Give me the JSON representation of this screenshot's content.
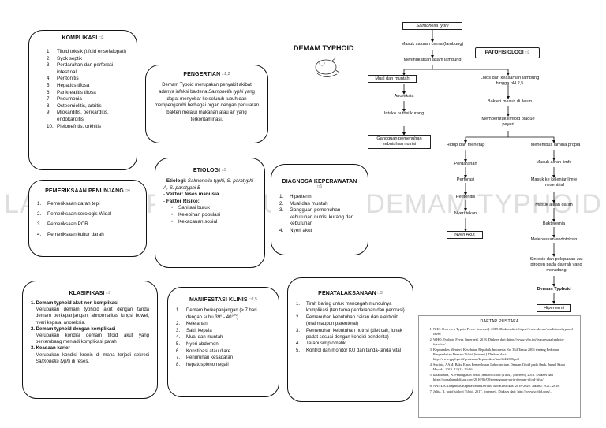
{
  "komplikasi": {
    "title": "KOMPLIKASI",
    "ref": "3",
    "items": [
      "Tifoid toksik (tifoid ensefalopati)",
      "Syok septik",
      "Perdarahan dan perforasi intestinal",
      "Peritonitis",
      "Hepatitis tifosa",
      "Pankreatitis tifosa",
      "Pneumonia",
      "Osteomielitis, artritis",
      "Miokarditis, perikarditis, endokarditis",
      "Pielonefritis, orkhitis"
    ]
  },
  "pengertian": {
    "title": "PENGERTIAN",
    "ref": "1,2",
    "text_a": "Demam Typoid merupakan penyakit akibat adanya infeksi bakteria ",
    "text_italic": "Salmonella typhi",
    "text_b": " yang dapat menyebar ke seluruh tubuh dan mempengaruhi berbagai organ dengan penularan bakteri melalui makanan atau air yang terkontaminasi."
  },
  "header": {
    "title": "DEMAM TYPHOID"
  },
  "pemeriksaan": {
    "title": "PEMERIKSAAN PENUNJANG",
    "ref": "4",
    "items": [
      "Pemeriksaan darah tepi",
      "Pemeriksaan serologis Widal",
      "Pemeriksaan PCR",
      "Pemeriksaan kultur darah"
    ]
  },
  "etiologi": {
    "title": "ETIOLOGI",
    "ref": "5",
    "etiologi_label": "Etiologi: ",
    "etiologi_value": "Salmonella typhi, S. paratyphi A, S. paratyphi B",
    "vektor": "Vektor: feses manusia",
    "faktor": "Faktor Risiko:",
    "faktor_items": [
      "Sanitasi buruk",
      "Kelebihan populasi",
      "Kekacauan sosial"
    ]
  },
  "diagnosa": {
    "title": "DIAGNOSA KEPERAWATAN",
    "ref": "6",
    "items": [
      "Hipertermi",
      "Mual dan muntah",
      "Gangguan pemenuhan kebutuhan nutrisi kurang dari kebutuhan",
      "Nyeri akut"
    ]
  },
  "klasifikasi": {
    "title": "KLASIFIKASI",
    "ref": "7",
    "sections": [
      {
        "head": "1. Demam typhoid akut non komplikasi",
        "body": "Merupakan demam typhoid akut dengan tanda demam berkepanjangan, abnormalitas fungsi bowel, nyeri kepala, anoreksia."
      },
      {
        "head": "2. Demam typhoid dengan komplikasi",
        "body": "Merupakan kondisi demam tifoid akut yang berkembang menjadi komplikasi parah"
      },
      {
        "head": "3. Keadaan karier",
        "body_a": "Merupakan kondisi kronis di mana terjadi sekresi ",
        "body_italic": "Salmonella typhi",
        "body_b": " di feses."
      }
    ]
  },
  "manifestasi": {
    "title": "MANIFESTASI KLINIS",
    "ref": "2,5",
    "items": [
      "Demam berkepanjangan (> 7 hari dengan suhu 39° - 40°C)",
      "Kelelahan",
      "Sakit kepala",
      "Mual dan muntah",
      "Nyeri abdomen",
      "Konstipasi atau diare",
      "Penurunan kesadaran",
      "hepatosplenomegali"
    ]
  },
  "penatalaksanaan": {
    "title": "PENATALAKSANAAN",
    "ref": "3",
    "items": [
      "Tirah baring untuk mencegah munculnya komplikasi (terutama perdarahan dan perorasi)",
      "Pemenuhan kebutuhan cairan dan elektrolit (oral maupun parenteral)",
      "Pemenuhan kebutuhan nutrisi (diet cair, lunak padat sesuai dengan kondisi penderita)",
      "Terapi simptomatik",
      "Kontrol dan monitor KU dan tanda-tanda vital"
    ]
  },
  "patofisiologi": {
    "title": "PATOFISIOLOGI",
    "ref": "7",
    "salmonella": "Salmonella typhi",
    "masuk": "Masuk saluran cerna (lambung)",
    "meningkat": "Meningkatkan asam lambung",
    "mual": "Mual dan muntah",
    "anoreksia": "Anoreksia",
    "intake": "Intake nutrisi kurang",
    "gangguan": "Gangguan pemenuhan kebutuhan nutrisi",
    "lolos": "Lolos dari keasaman lambung hingga pH 2,5",
    "bakteri_ileum": "Bakteri masuk di ileum",
    "plaque": "Memberntuk limfoid plaque peyeri",
    "hidup": "Hidup dan menetap",
    "perdarahan": "Perdarahan",
    "perforasi": "Perforasi",
    "peritonitis": "Peritonitis",
    "nyeri_tekan": "Nyeri tekan",
    "nyeri_akut": "Nyeri Akut",
    "menembus": "Menembus lamina propia",
    "masuk_limfe": "Masuk aliran limfe",
    "kelenjar": "Masuk ke kelenjar limfe mesentrial",
    "aliran_darah": "Masuk aliran darah",
    "bakteremia": "Bakteremia",
    "endotoksin": "Melepaskan endotoksin",
    "sintesis": "Sintesis dan pelepasan zat pirogen pada daerah yang meradang",
    "demam": "Demam Typhoid",
    "hipertermi": "Hipertermi"
  },
  "pustaka": {
    "title": "DAFTAR PUSTAKA",
    "refs": [
      "NHS. Overview Typoid Fever. [internet]. 2019. Diakses dari: https://www.nhs.uk/conditions/typhoid-fever/",
      "WHO. Typhoid Fever. [internet]. 2018. Diakses dari: https://www.who.int/features/qa/typhoid-fever/en/",
      "Kepmenkes Menteri. Kesehatan Republik Indonesia No. 364 Tahun 2006 tentang Pedoman Pengendalian Demam Tifoid [internet]. Diakses dari: http://www.pppl.go.id/peraturan/kepmenkes/link364/2006.pdf",
      "Sucipta, AAM. Baku Emas Pemeriksaan Laboratorium Demam Tifoid pada Anak. Jurnal Skala Husada. 2015. 12 (1): 22-26",
      "kalamanita, W. Penanganan Serta Demam Tifoid (Tifus). [internet]. 2016. Diakses dari https://jurnalpendidikan.com/2016/06/08/penanganan-serta-demam-tifoid-tifus/",
      "NANDA. Diagnosis Keperawatan Definisi dan Klasifikasi 2018-2020. Jakarta: EGC. 2018.",
      "Jelita, R. patofisiologi Tifoid. 2017. [internet]. Diakses dari: http://www.scribd.com/..."
    ]
  },
  "watermark": "LAPORAN PENDAHULUAN DEMAM TYPHOID"
}
